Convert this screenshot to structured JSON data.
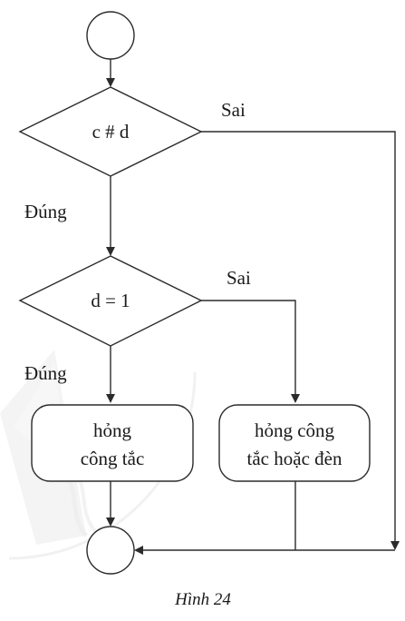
{
  "diagram": {
    "decision_1": {
      "text": "c # d",
      "false_label": "Sai",
      "true_label": "Đúng"
    },
    "decision_2": {
      "text": "d = 1",
      "false_label": "Sai",
      "true_label": "Đúng"
    },
    "process_left": {
      "line1": "hỏng",
      "line2": "công tắc"
    },
    "process_right": {
      "line1": "hỏng công",
      "line2": "tắc hoặc đèn"
    }
  },
  "caption": "Hình 24",
  "colors": {
    "line": "#2b2b2b",
    "text": "#1a1a1a",
    "watermark": "#e6e6e6"
  }
}
